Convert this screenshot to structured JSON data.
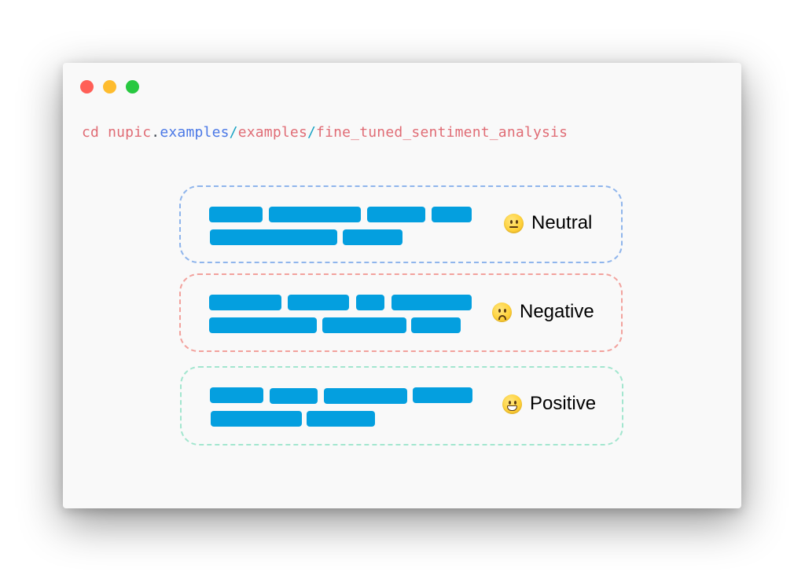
{
  "command": {
    "prefix": "cd nupic",
    "dot": ".",
    "segment_blue": "examples",
    "slash1": "/",
    "segment_pink": "examples",
    "slash2": "/",
    "segment_end": "fine_tuned_sentiment_analysis"
  },
  "colors": {
    "bar": "#049fdf",
    "neutral_border": "#8fb5ec",
    "negative_border": "#f2a29d",
    "positive_border": "#a3e6cf"
  },
  "cards": [
    {
      "label": "Neutral",
      "emoji": "neutral-face-icon"
    },
    {
      "label": "Negative",
      "emoji": "frowning-face-icon"
    },
    {
      "label": "Positive",
      "emoji": "grinning-face-icon"
    }
  ]
}
